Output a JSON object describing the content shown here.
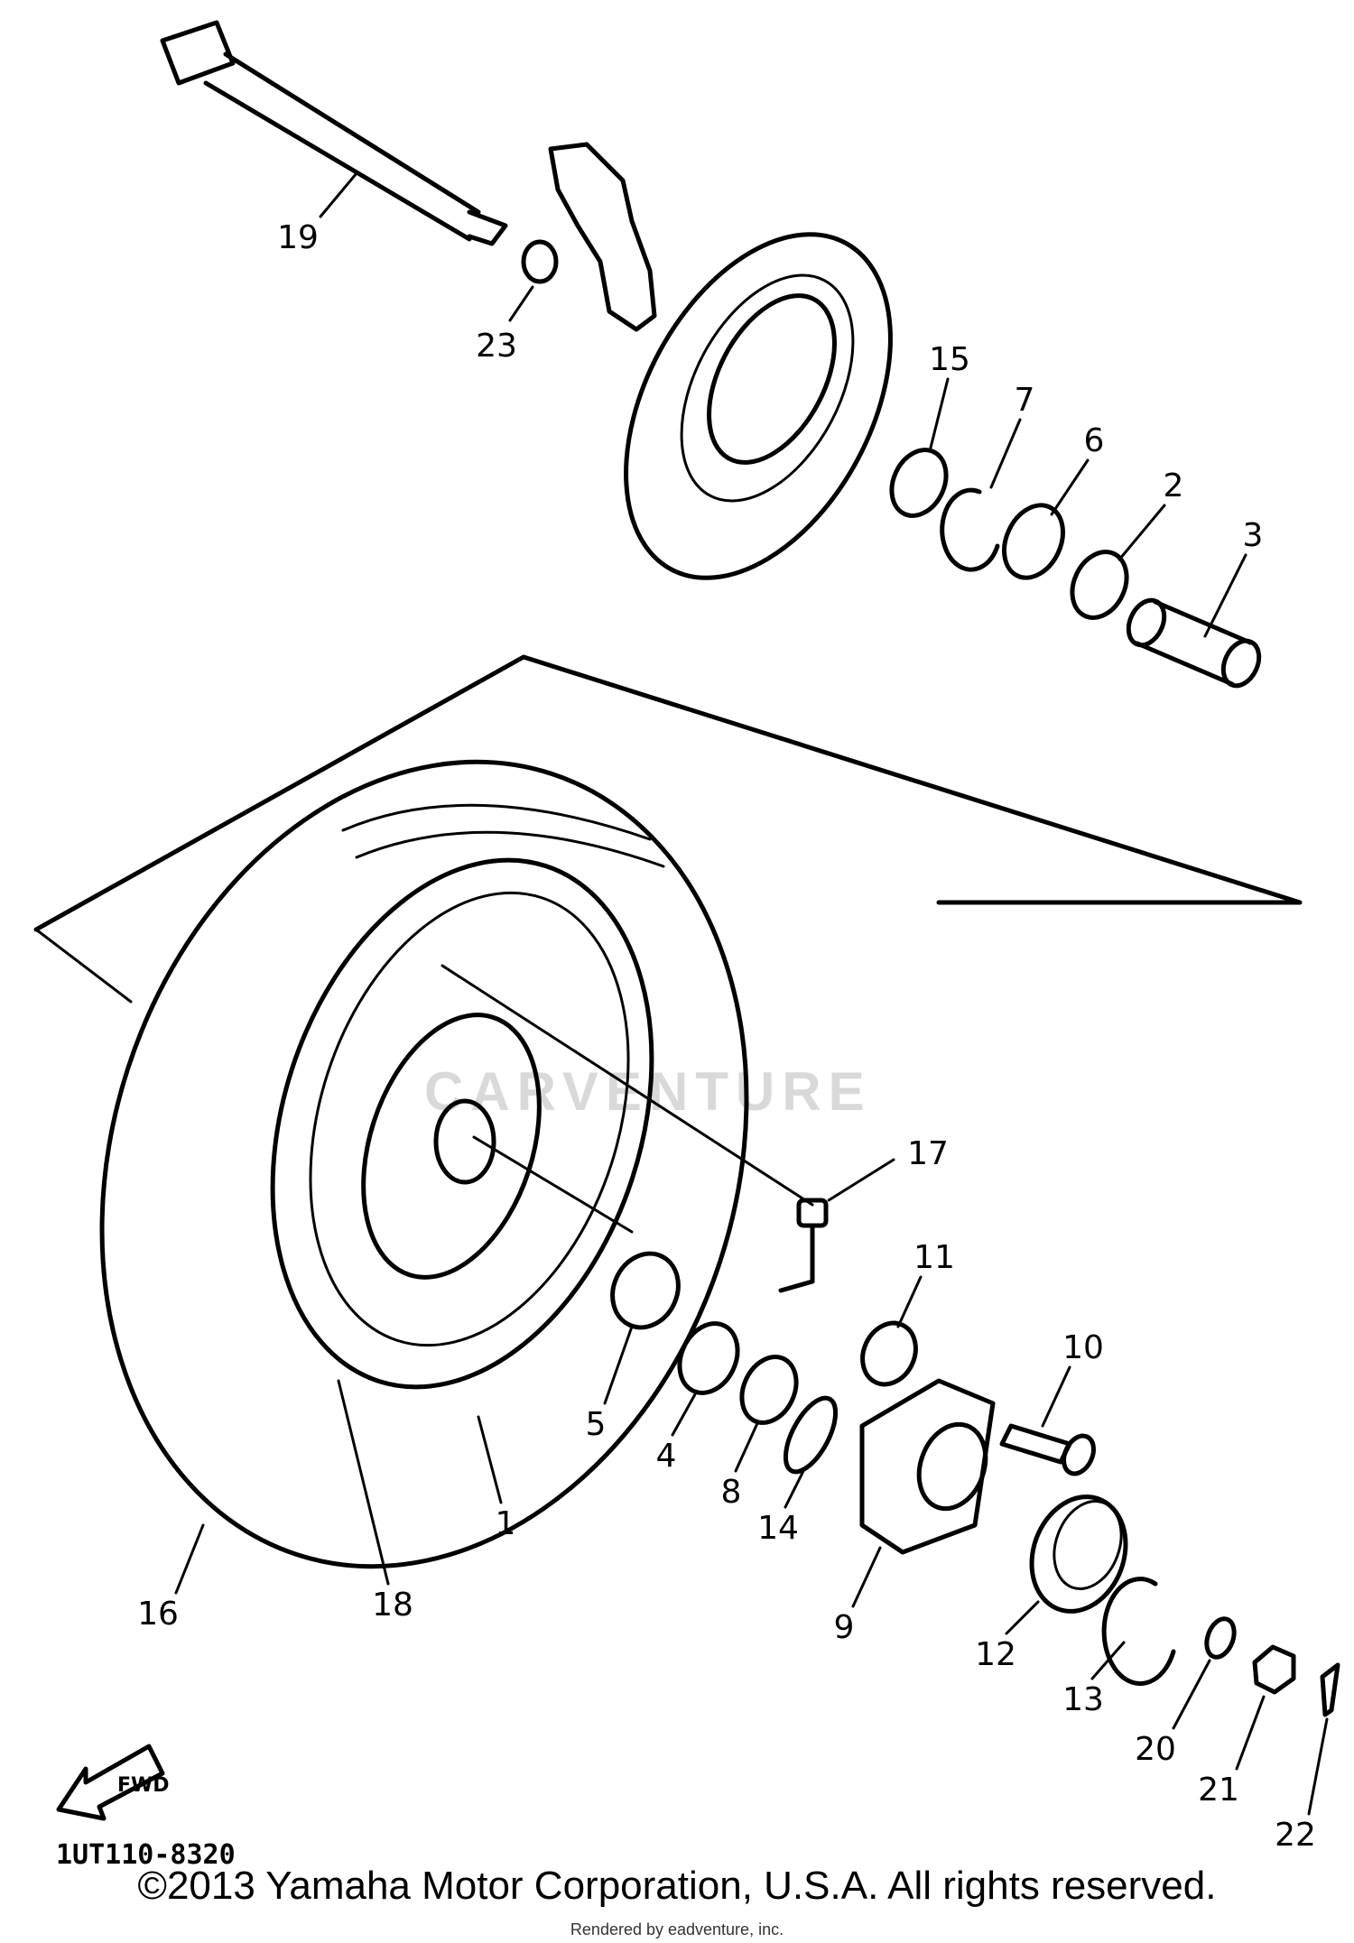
{
  "diagram": {
    "part_numbers": [
      "1",
      "2",
      "3",
      "4",
      "5",
      "6",
      "7",
      "8",
      "9",
      "10",
      "11",
      "12",
      "13",
      "14",
      "15",
      "16",
      "17",
      "18",
      "19",
      "20",
      "21",
      "22",
      "23"
    ],
    "fwd_label": "FWD",
    "drawing_code": "1UT110-8320",
    "watermark": "CARVENTURE"
  },
  "footer": {
    "copyright": "©2013 Yamaha Motor Corporation, U.S.A. All rights reserved.",
    "rendered_by": "Rendered by eadventure, inc."
  }
}
